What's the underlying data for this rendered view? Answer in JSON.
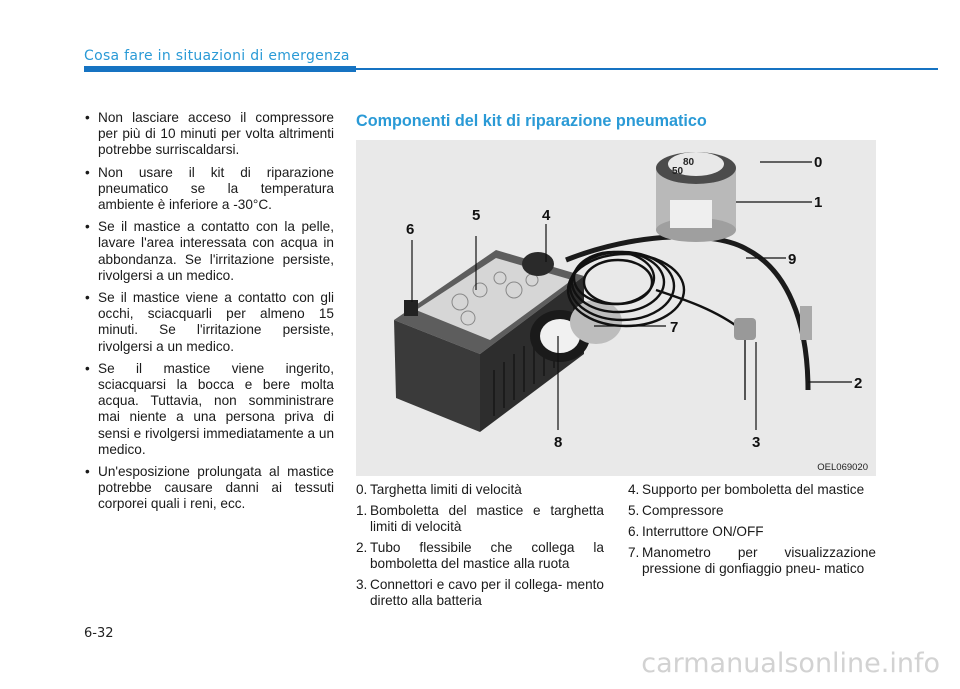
{
  "header": {
    "section_title": "Cosa fare in situazioni di emergenza",
    "accent_color": "#1673c2"
  },
  "left_column": {
    "bullets": [
      "Non lasciare acceso il compressore per più di 10 minuti per volta altrimenti potrebbe surriscaldarsi.",
      "Non usare il kit di riparazione pneumatico se la temperatura ambiente è inferiore a -30°C.",
      "Se il mastice a contatto con la pelle, lavare l'area interessata con acqua in abbondanza. Se l'irritazione persiste, rivolgersi a un medico.",
      "Se il mastice viene a contatto con gli occhi, sciacquarli per almeno 15 minuti. Se l'irritazione persiste, rivolgersi a un medico.",
      "Se il mastice viene ingerito, sciacquarsi la bocca e bere molta acqua. Tuttavia, non somministrare mai niente a una persona priva di sensi e rivolgersi immediatamente a un medico.",
      "Un'esposizione prolungata al mastice potrebbe causare danni ai tessuti corporei quali i reni, ecc."
    ]
  },
  "components": {
    "title": "Componenti del kit di riparazione pneumatico",
    "figure_code": "OEL069020",
    "callouts": [
      "0",
      "1",
      "2",
      "3",
      "4",
      "5",
      "6",
      "7",
      "8",
      "9"
    ],
    "speed_label": "80",
    "speed_label_alt": "50",
    "legend_left": [
      {
        "num": "0.",
        "text": "Targhetta limiti di velocità"
      },
      {
        "num": "1.",
        "text": "Bomboletta del mastice e targhetta limiti di velocità"
      },
      {
        "num": "2.",
        "text": "Tubo flessibile che collega la bomboletta del mastice alla ruota"
      },
      {
        "num": "3.",
        "text": "Connettori e cavo per il collega- mento diretto alla batteria"
      }
    ],
    "legend_right": [
      {
        "num": "4.",
        "text": "Supporto per bomboletta del mastice"
      },
      {
        "num": "5.",
        "text": "Compressore"
      },
      {
        "num": "6.",
        "text": "Interruttore ON/OFF"
      },
      {
        "num": "7.",
        "text": "Manometro per visualizzazione pressione di gonfiaggio pneu- matico"
      }
    ]
  },
  "footer": {
    "page_number": "6-32",
    "watermark": "carmanualsonline.info"
  }
}
